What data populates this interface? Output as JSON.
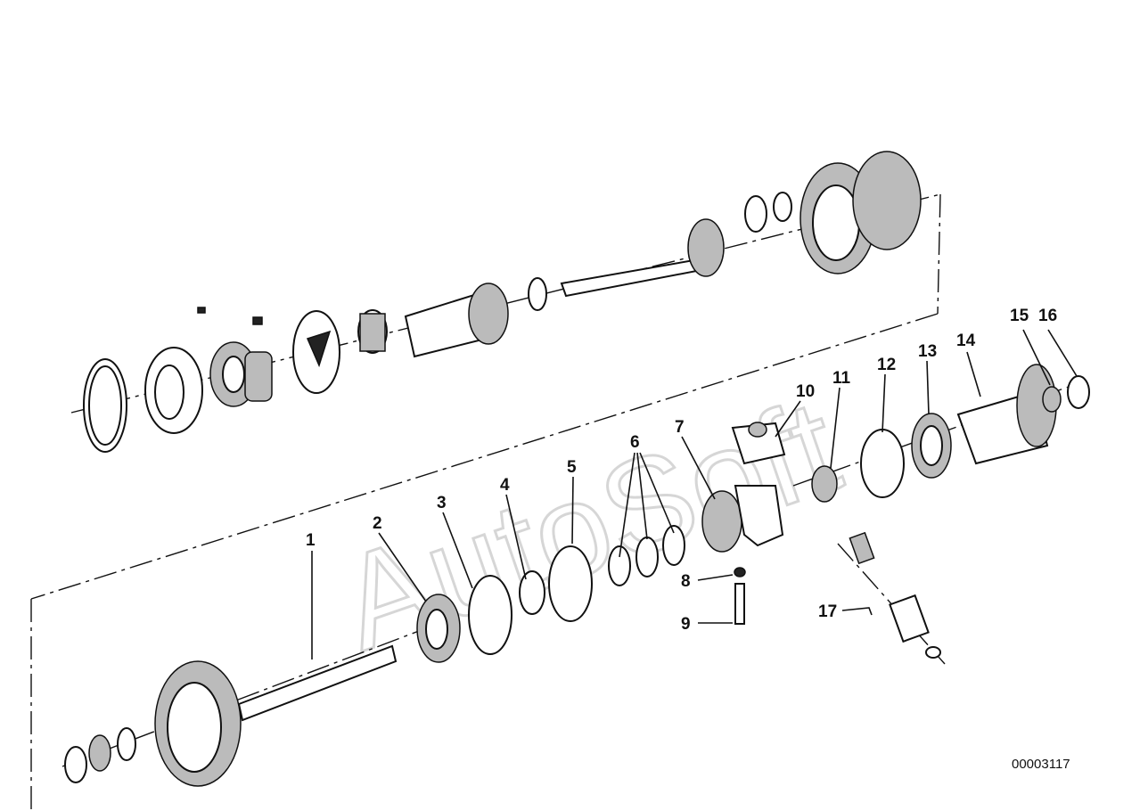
{
  "watermark": "AutoSoft",
  "document_number": "00003117",
  "callouts": [
    {
      "id": "c1",
      "label": "1"
    },
    {
      "id": "c2",
      "label": "2"
    },
    {
      "id": "c3",
      "label": "3"
    },
    {
      "id": "c4",
      "label": "4"
    },
    {
      "id": "c5",
      "label": "5"
    },
    {
      "id": "c6",
      "label": "6"
    },
    {
      "id": "c7",
      "label": "7"
    },
    {
      "id": "c8",
      "label": "8"
    },
    {
      "id": "c9",
      "label": "9"
    },
    {
      "id": "c10",
      "label": "10"
    },
    {
      "id": "c11",
      "label": "11"
    },
    {
      "id": "c12",
      "label": "12"
    },
    {
      "id": "c13",
      "label": "13"
    },
    {
      "id": "c14",
      "label": "14"
    },
    {
      "id": "c15",
      "label": "15"
    },
    {
      "id": "c16",
      "label": "16"
    },
    {
      "id": "c17",
      "label": "17"
    }
  ]
}
